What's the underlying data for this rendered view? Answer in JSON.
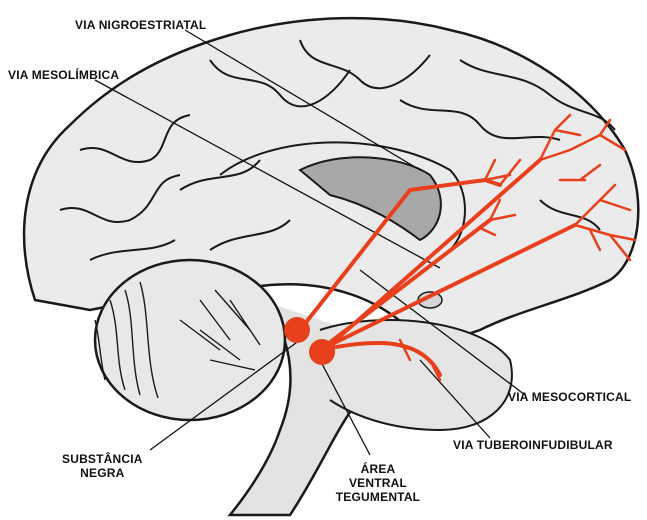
{
  "labels": {
    "nigroestriatal": "VIA NIGROESTRIATAL",
    "mesolimbica": "VIA MESOLÍMBICA",
    "mesocortical": "VIA MESOCORTICAL",
    "tuberoinfundibular": "VIA TUBEROINFUDIBULAR",
    "substancia_line1": "SUBSTÂNCIA",
    "substancia_line2": "NEGRA",
    "area_line1": "ÁREA",
    "area_line2": "VENTRAL",
    "area_line3": "TEGUMENTAL"
  },
  "colors": {
    "pathway": "#e8401c",
    "brain_fill": "#e6e6e6",
    "outline": "#1a1a1a",
    "ventricle": "#a8a8a8"
  }
}
